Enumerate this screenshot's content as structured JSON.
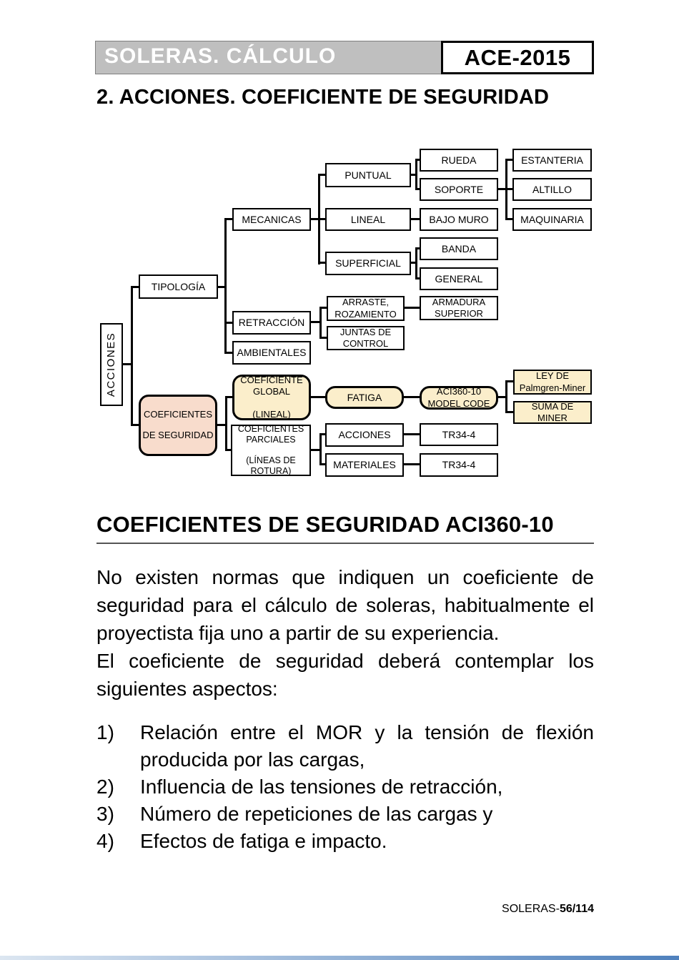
{
  "header": {
    "title": "SOLERAS. CÁLCULO",
    "badge": "ACE-2015"
  },
  "page_title": "2. ACCIONES. COEFICIENTE DE SEGURIDAD",
  "diagram": {
    "root": "ACCIONES",
    "tipologia": "TIPOLOGÍA",
    "mecanicas": "MECANICAS",
    "retraccion": "RETRACCIÓN",
    "ambientales": "AMBIENTALES",
    "puntual": "PUNTUAL",
    "lineal": "LINEAL",
    "superficial": "SUPERFICIAL",
    "rueda": "RUEDA",
    "soporte": "SOPORTE",
    "bajo_muro": "BAJO MURO",
    "banda": "BANDA",
    "general": "GENERAL",
    "estanteria": "ESTANTERIA",
    "altillo": "ALTILLO",
    "maquinaria": "MAQUINARIA",
    "arraste": "ARRASTE,\nROZAMIENTO",
    "juntas": "JUNTAS DE\nCONTROL",
    "armadura": "ARMADURA\nSUPERIOR",
    "coef_seguridad": "COEFICIENTES\nDE SEGURIDAD",
    "coef_global": "COEFICIENTE\nGLOBAL\n\n(LINEAL)",
    "coef_parciales": "COEFICIENTES\nPARCIALES\n\n(LÍNEAS DE\nROTURA)",
    "fatiga": "FATIGA",
    "aci360": "ACI360-10\nMODEL CODE",
    "ley_palmgren": "LEY DE\nPalmgren-Miner",
    "suma_miner": "SUMA DE MINER",
    "acciones_child": "ACCIONES",
    "materiales": "MATERIALES",
    "tr34_top": "TR34-4",
    "tr34_bottom": "TR34-4",
    "colors": {
      "highlight_pink": "#F8DCCC",
      "highlight_yellow": "#FBEECB",
      "line": "#000000"
    }
  },
  "section": {
    "heading": "COEFICIENTES DE SEGURIDAD ACI360-10",
    "paragraphs": [
      "No existen normas que indiquen un coeficiente de seguridad para el cálculo de soleras, habitualmente el proyectista fija uno a partir de su experiencia.",
      "El coeficiente de seguridad deberá contemplar los siguientes aspectos:"
    ],
    "list": [
      {
        "num": "1)",
        "text": "Relación entre el MOR y la tensión de flexión producida por las cargas,"
      },
      {
        "num": "2)",
        "text": "Influencia de las tensiones de retracción,"
      },
      {
        "num": "3)",
        "text": "Número de repeticiones de las cargas y"
      },
      {
        "num": "4)",
        "text": "Efectos de fatiga e impacto."
      }
    ]
  },
  "footer": {
    "doc": "SOLERAS-",
    "page": "56/114"
  }
}
